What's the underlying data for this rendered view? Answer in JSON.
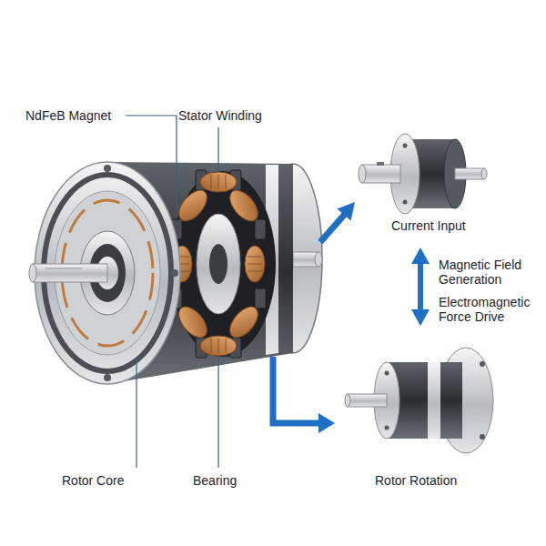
{
  "diagram": {
    "labels": [
      "NdFeB Magnet",
      "Stator Winding",
      "Current Input",
      "Magnetic Field Generation",
      "Electromagnetic Force Drive",
      "Rotor Core",
      "Bearing",
      "Rotor Rotation"
    ]
  }
}
